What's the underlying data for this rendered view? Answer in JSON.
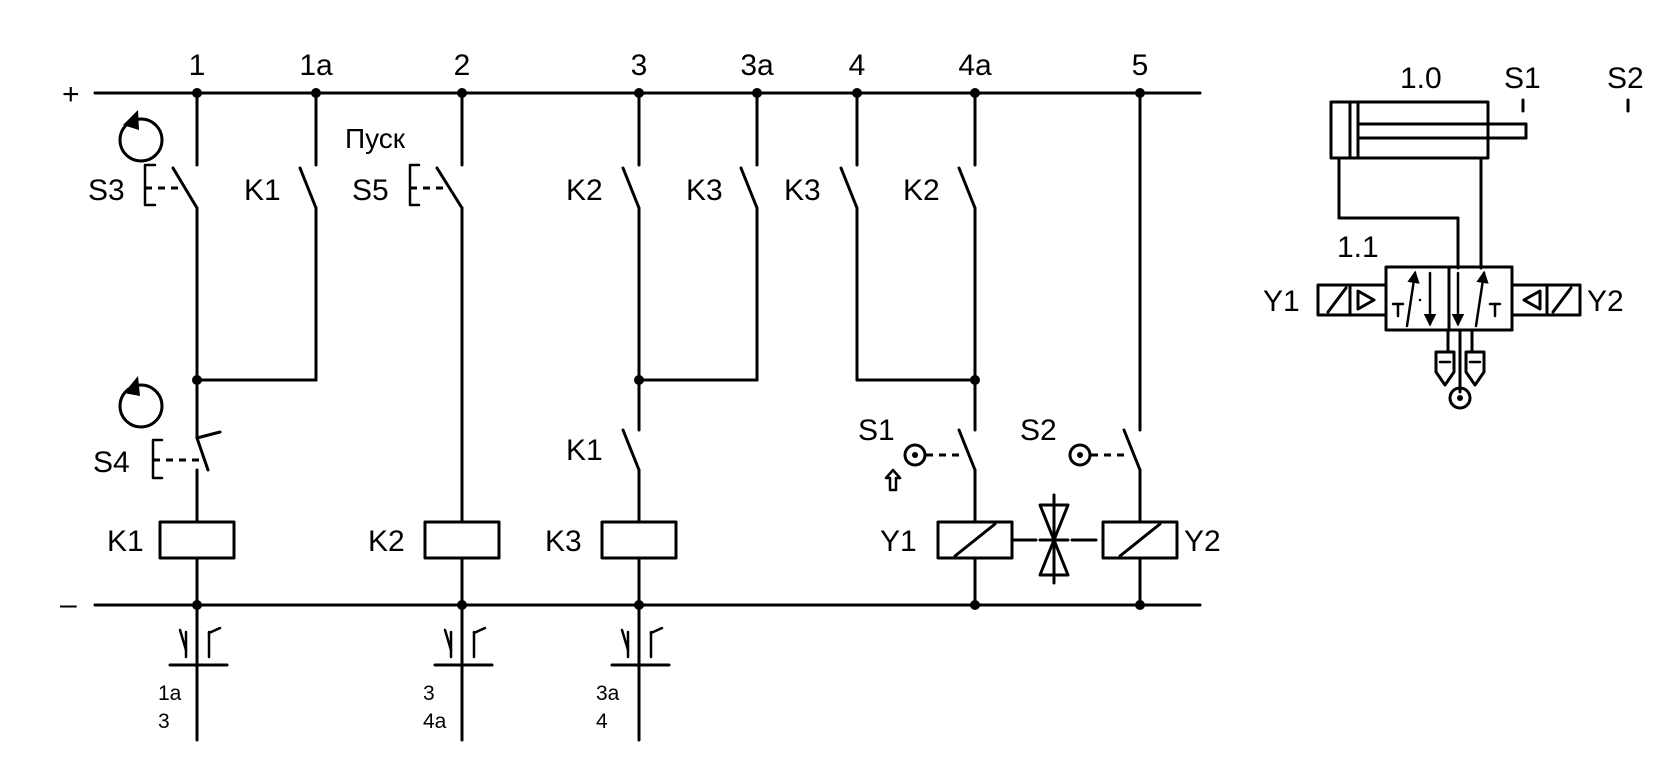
{
  "rails": {
    "plus": "+",
    "minus": "–"
  },
  "columns": [
    "1",
    "1a",
    "2",
    "3",
    "3a",
    "4",
    "4a",
    "5"
  ],
  "start_label": "Пуск",
  "switches": {
    "s3": "S3",
    "k1_col1a": "K1",
    "s5": "S5",
    "k2_col3": "K2",
    "k3_col3a": "K3",
    "k3_col4": "K3",
    "k2_col4a": "K2",
    "s4": "S4",
    "k1_col3": "K1",
    "s1": "S1",
    "s2": "S2"
  },
  "coils": {
    "k1": "K1",
    "k2": "K2",
    "k3": "K3",
    "y1": "Y1",
    "y2": "Y2"
  },
  "contact_tables": [
    {
      "rows": [
        "1a",
        "3"
      ]
    },
    {
      "rows": [
        "3",
        "4a"
      ]
    },
    {
      "rows": [
        "3a",
        "4"
      ]
    }
  ],
  "pneumatic": {
    "cylinder": "1.0",
    "valve": "1.1",
    "sensor_s1": "S1",
    "sensor_s2": "S2",
    "solenoid_y1": "Y1",
    "solenoid_y2": "Y2"
  }
}
